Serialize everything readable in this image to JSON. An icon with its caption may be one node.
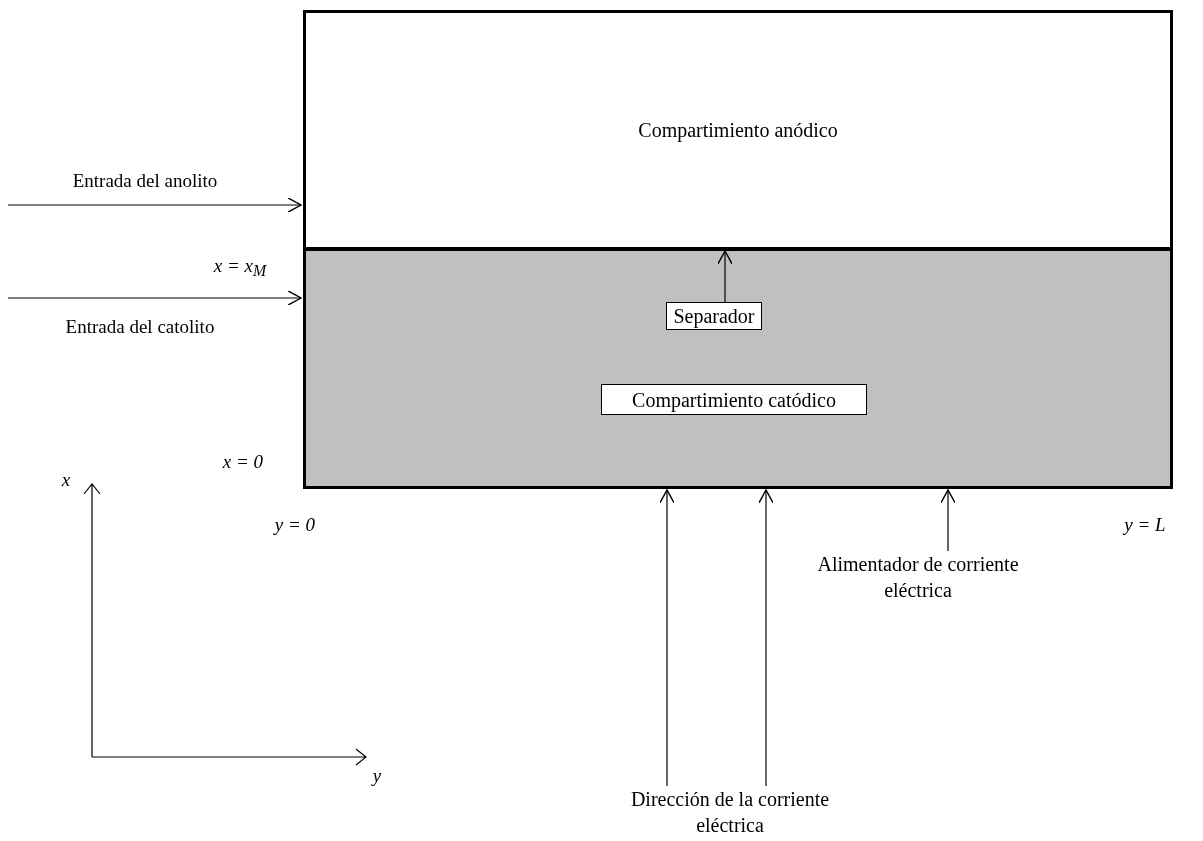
{
  "diagram": {
    "nodes": [
      {
        "text": [
          "Compartimiento anódico"
        ]
      },
      {
        "text": [],
        "shape": "box"
      },
      {
        "text": [],
        "shape": "bar"
      },
      {
        "text": [
          "Separador"
        ],
        "in": 1
      },
      {
        "text": [
          "Compartimiento catódico"
        ],
        "in": 1
      },
      {
        "text": [
          "Dirección de la corriente eléctrica"
        ]
      },
      {
        "text": [
          "Alimentador de corriente eléctrica"
        ]
      }
    ],
    "edges": [
      {
        "from": null,
        "to": 0,
        "arrow": "to",
        "label": "Entrada del anolito"
      },
      {
        "from": null,
        "to": 1,
        "arrow": "to",
        "label": "Entrada del catolito"
      },
      {
        "from": 3,
        "to": 2,
        "arrow": "to"
      },
      {
        "from": 5,
        "to": 1,
        "arrow": "to"
      },
      {
        "from": 5,
        "to": 1,
        "arrow": "to"
      },
      {
        "from": 6,
        "to": 1,
        "arrow": "to"
      }
    ],
    "labels": [
      "x = x$_{M}$",
      "x = 0",
      "y = 0",
      "y = L",
      "x",
      "y"
    ]
  }
}
